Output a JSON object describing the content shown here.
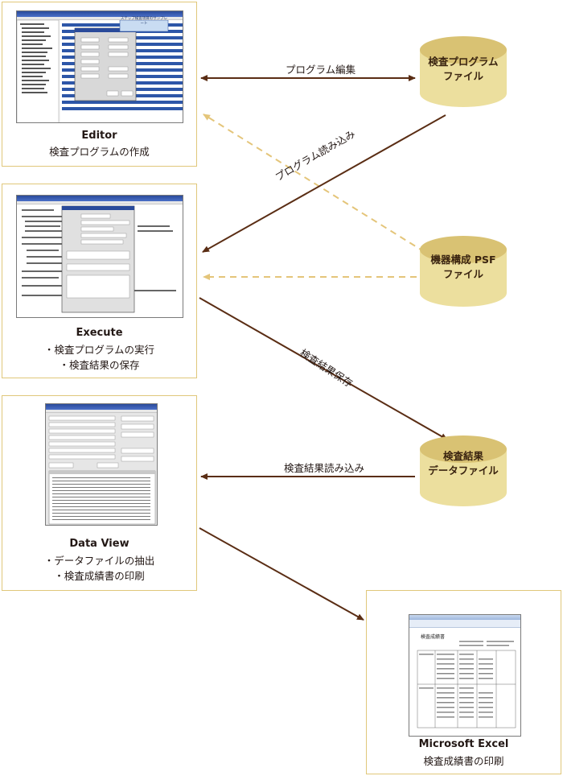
{
  "panels": {
    "editor": {
      "title": "Editor",
      "sub1": "検査プログラムの作成"
    },
    "execute": {
      "title": "Execute",
      "sub1": "・検査プログラムの実行",
      "sub2": "・検査結果の保存"
    },
    "dataview": {
      "title": "Data View",
      "sub1": "・データファイルの抽出",
      "sub2": "・検査成績書の印刷"
    },
    "excel": {
      "title": "Microsoft Excel",
      "sub1": "検査成績書の印刷",
      "sheet_title": "検査成績書"
    }
  },
  "files": {
    "program": {
      "line1": "検査プログラム",
      "line2": "ファイル"
    },
    "psf": {
      "line1": "機器構成 PSF",
      "line2": "ファイル"
    },
    "result": {
      "line1": "検査結果",
      "line2": "データファイル"
    }
  },
  "arrows": {
    "edit": "プログラム編集",
    "load": "プログラム読み込み",
    "save": "検査結果保存",
    "read": "検査結果読み込み"
  },
  "thumbs": {
    "editor_callout": "ステップ検査項目のサンプレート"
  },
  "colors": {
    "panel_border": "#e0c77a",
    "arrow_brown": "#5a2d14",
    "dashed_gold": "#e4c57a",
    "cylinder_fill": "#ecdf9e",
    "cylinder_top": "#d9c273"
  }
}
